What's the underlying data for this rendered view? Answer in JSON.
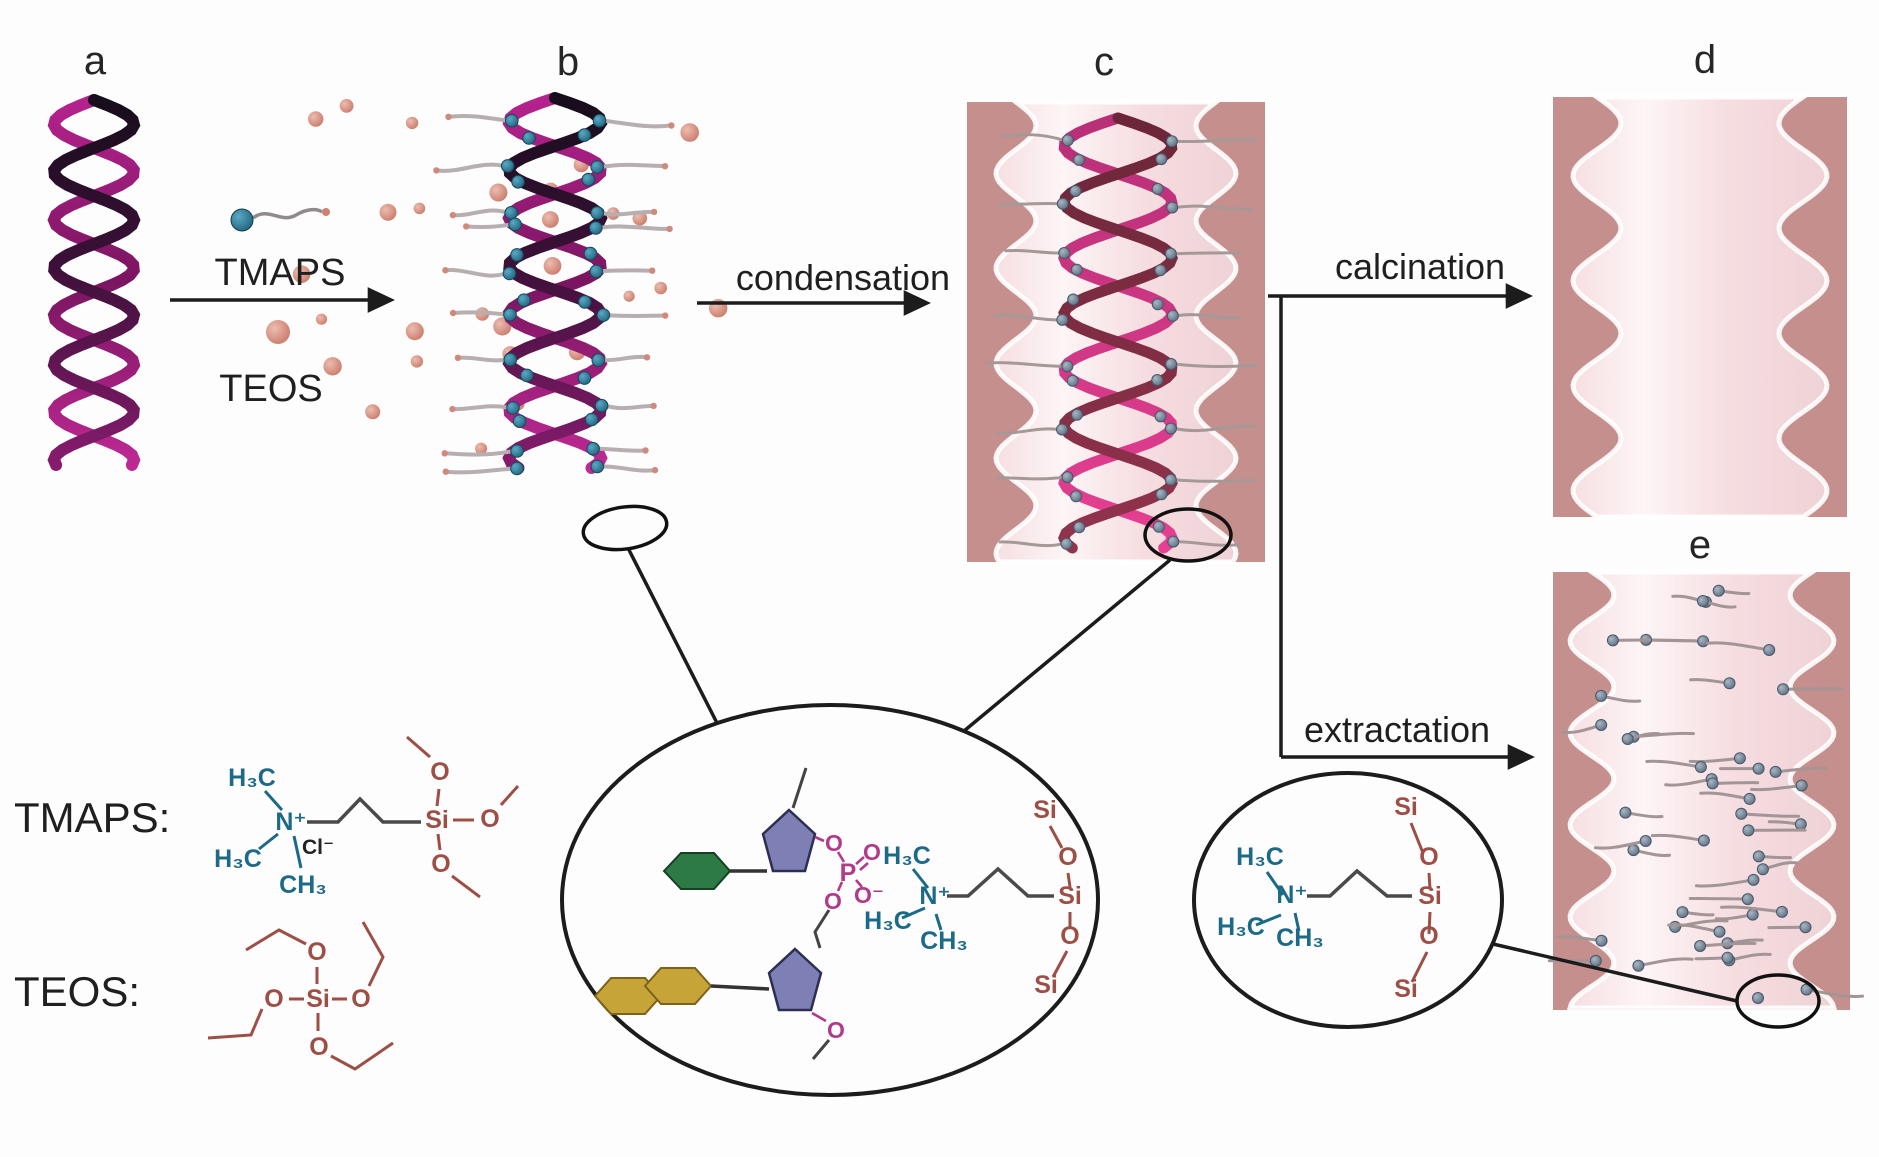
{
  "figure": {
    "panel_labels": {
      "a": "a",
      "b": "b",
      "c": "c",
      "d": "d",
      "e": "e"
    },
    "reagent_arrow": {
      "top_label": "TMAPS",
      "bottom_label": "TEOS"
    },
    "step_labels": {
      "condensation": "condensation",
      "calcination": "calcination",
      "extractation": "extractation"
    },
    "legend": {
      "tmaps": "TMAPS:",
      "teos": "TEOS:"
    },
    "molecules": {
      "tmaps": {
        "h3c_top": "H₃C",
        "n_plus": "N⁺",
        "cl_minus": "Cl⁻",
        "h3c_left": "H₃C",
        "ch3": "CH₃",
        "si": "Si",
        "o_top": "O",
        "o_right": "O",
        "o_bottom": "O"
      },
      "teos": {
        "si": "Si",
        "o_top": "O",
        "o_left": "O",
        "o_right": "O",
        "o_bottom": "O"
      },
      "dna_tmaps_detail": {
        "o_ester_top": "O",
        "p": "P",
        "o_double": "O",
        "o_minus": "O⁻",
        "o_ester_bottom": "O",
        "o_methyl": "O",
        "h3c_top": "H₃C",
        "n_plus": "N⁺",
        "h3c_left": "H₃C",
        "ch3": "CH₃",
        "si_top": "Si",
        "o_upper": "O",
        "si_mid": "Si",
        "o_lower": "O",
        "si_bottom": "Si"
      },
      "extracted_tmaps": {
        "h3c_top": "H₃C",
        "n_plus": "N⁺",
        "h3c_left": "H₃C",
        "ch3": "CH₃",
        "si_top": "Si",
        "o_upper": "O",
        "si_mid": "Si",
        "o_lower": "O",
        "si_bottom": "Si"
      }
    },
    "colors": {
      "silica_wall": "#c48f8d",
      "pore_pink": "#f3d9db",
      "teal_text": "#1c6a88",
      "silicate_brown": "#9d4f46",
      "phosphate_magenta": "#b23a8b",
      "dna_dark": "#2a1230",
      "dna_magenta": "#b02488",
      "teos_salmon": "#cf7f73",
      "tmaps_slate": "#74889c",
      "base_green": "#2e7a44",
      "sugar_purple": "#7e80b5",
      "base_yellow": "#c6a438"
    }
  }
}
